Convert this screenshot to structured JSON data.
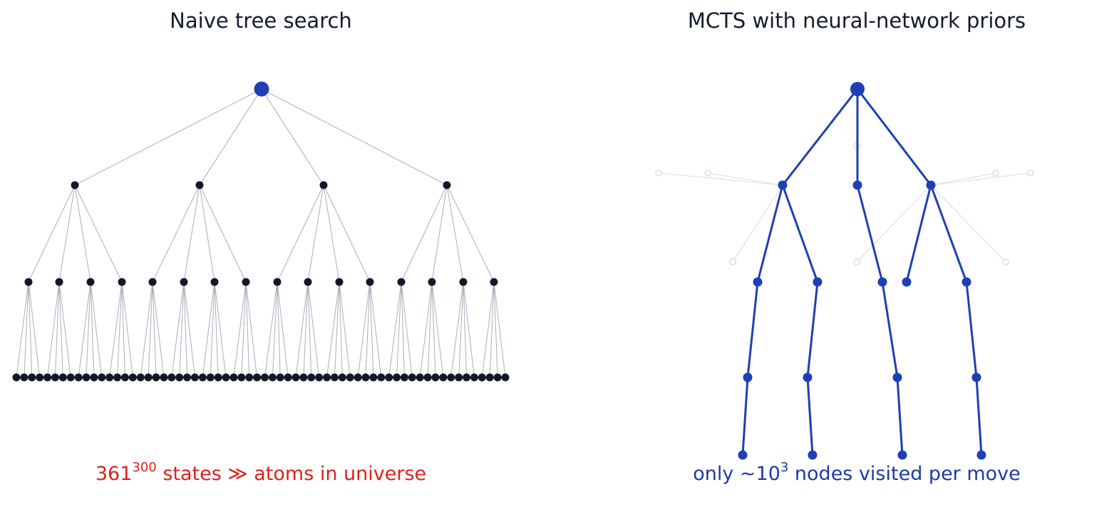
{
  "left_panel": {
    "title": "Naive tree search",
    "caption": {
      "base": "361",
      "exponent": "300",
      "text": " states ",
      "symbol": "≫",
      "text2": " atoms in universe"
    },
    "tree": {
      "branching_per_level": [
        4,
        4,
        4
      ],
      "nodes_per_level": [
        1,
        4,
        16,
        64
      ]
    }
  },
  "right_panel": {
    "title": "MCTS with neural-network priors",
    "caption": {
      "prefix": "only ",
      "tilde": "∼",
      "base": "10",
      "exponent": "3",
      "suffix": " nodes visited per move"
    }
  },
  "colors": {
    "node_dark": "#111827",
    "root_blue": "#1f3fb5",
    "path_blue": "#1f3fb5",
    "edge_gray": "#a9aebb",
    "faded": "#dde3f0",
    "caption_red": "#e0201c",
    "caption_blue": "#1f39a8"
  }
}
